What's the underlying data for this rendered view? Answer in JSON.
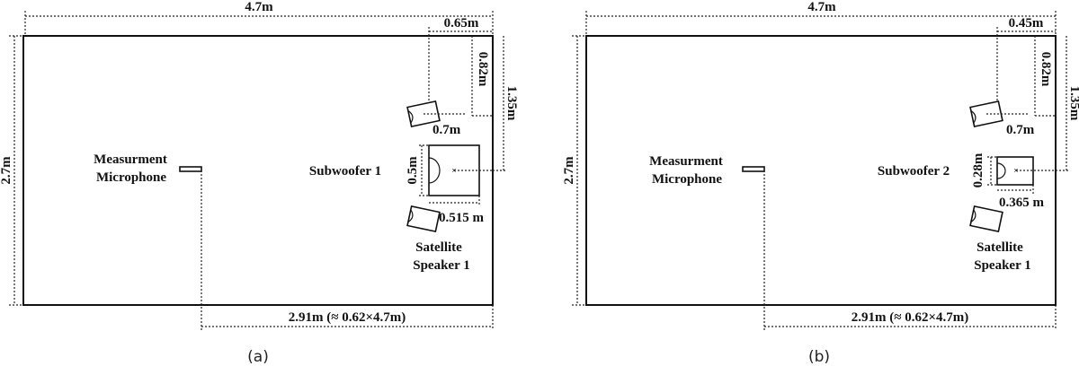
{
  "panels": [
    {
      "caption": "(a)",
      "room_width": "4.7m",
      "room_height": "2.7m",
      "dim_sat_width": "0.65m",
      "dim_sat_depth": "0.82m",
      "dim_side": "1.35m",
      "dim_gap": "0.7m",
      "sub_height": "0.5m",
      "sub_width": "0.515 m",
      "mic_distance": "2.91m (≈ 0.62×4.7m)",
      "mic_label_1": "Measurment",
      "mic_label_2": "Microphone",
      "sub_label": "Subwoofer 1",
      "sat_label_1": "Satellite",
      "sat_label_2": "Speaker 1"
    },
    {
      "caption": "(b)",
      "room_width": "4.7m",
      "room_height": "2.7m",
      "dim_sat_width": "0.45m",
      "dim_sat_depth": "0.82m",
      "dim_side": "1.35m",
      "dim_gap": "0.7m",
      "sub_height": "0.28m",
      "sub_width": "0.365 m",
      "mic_distance": "2.91m (≈ 0.62×4.7m)",
      "mic_label_1": "Measurment",
      "mic_label_2": "Microphone",
      "sub_label": "Subwoofer 2",
      "sat_label_1": "Satellite",
      "sat_label_2": "Speaker 1"
    }
  ]
}
